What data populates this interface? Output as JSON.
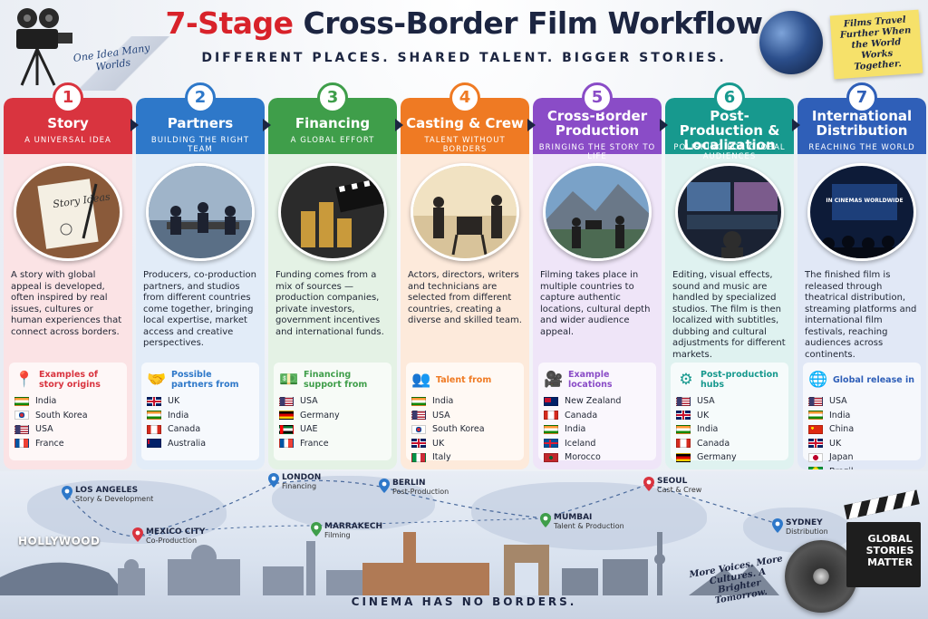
{
  "header": {
    "title_accent": "7-Stage",
    "title_rest": " Cross-Border Film Workflow",
    "subtitle": "DIFFERENT PLACES. SHARED TALENT. BIGGER STORIES.",
    "tagline": "One Idea Many Worlds",
    "sticky_note": "Films Travel Further When the World Works Together."
  },
  "stages": [
    {
      "number": "1",
      "title": "Story",
      "subtitle": "A UNIVERSAL IDEA",
      "color": "#d9343f",
      "light": "#fbe3e5",
      "photo_label": "Story Ideas",
      "description": "A story with global appeal is developed, often inspired by real issues, cultures or human experiences that connect across borders.",
      "panel_icon": "pin-icon",
      "panel_title": "Examples of story origins",
      "items": [
        {
          "name": "India",
          "flag": "in"
        },
        {
          "name": "South Korea",
          "flag": "kr"
        },
        {
          "name": "USA",
          "flag": "us"
        },
        {
          "name": "France",
          "flag": "fr"
        }
      ]
    },
    {
      "number": "2",
      "title": "Partners",
      "subtitle": "BUILDING THE RIGHT TEAM",
      "color": "#2e78c9",
      "light": "#e2ecf8",
      "photo_label": "",
      "description": "Producers, co-production partners, and studios from different countries come together, bringing local expertise, market access and creative perspectives.",
      "panel_icon": "handshake-icon",
      "panel_title": "Possible partners from",
      "items": [
        {
          "name": "UK",
          "flag": "uk"
        },
        {
          "name": "India",
          "flag": "in"
        },
        {
          "name": "Canada",
          "flag": "ca"
        },
        {
          "name": "Australia",
          "flag": "au"
        }
      ]
    },
    {
      "number": "3",
      "title": "Financing",
      "subtitle": "A GLOBAL EFFORT",
      "color": "#3f9e4a",
      "light": "#e4f2e5",
      "photo_label": "",
      "description": "Funding comes from a mix of sources — production companies, private investors, government incentives and international funds.",
      "panel_icon": "money-icon",
      "panel_title": "Financing support from",
      "items": [
        {
          "name": "USA",
          "flag": "us"
        },
        {
          "name": "Germany",
          "flag": "de"
        },
        {
          "name": "UAE",
          "flag": "ae"
        },
        {
          "name": "France",
          "flag": "fr"
        }
      ]
    },
    {
      "number": "4",
      "title": "Casting & Crew",
      "subtitle": "TALENT WITHOUT BORDERS",
      "color": "#ef7a23",
      "light": "#fdeadb",
      "photo_label": "",
      "description": "Actors, directors, writers and technicians are selected from different countries, creating a diverse and skilled team.",
      "panel_icon": "people-icon",
      "panel_title": "Talent from",
      "items": [
        {
          "name": "India",
          "flag": "in"
        },
        {
          "name": "USA",
          "flag": "us"
        },
        {
          "name": "South Korea",
          "flag": "kr"
        },
        {
          "name": "UK",
          "flag": "uk"
        },
        {
          "name": "Italy",
          "flag": "it"
        }
      ]
    },
    {
      "number": "5",
      "title": "Cross-Border Production",
      "subtitle": "BRINGING THE STORY TO LIFE",
      "color": "#8a4cc7",
      "light": "#efe5f8",
      "photo_label": "",
      "description": "Filming takes place in multiple countries to capture authentic locations, cultural depth and wider audience appeal.",
      "panel_icon": "camera-icon",
      "panel_title": "Example locations",
      "items": [
        {
          "name": "New Zealand",
          "flag": "nz"
        },
        {
          "name": "Canada",
          "flag": "ca"
        },
        {
          "name": "India",
          "flag": "in"
        },
        {
          "name": "Iceland",
          "flag": "is"
        },
        {
          "name": "Morocco",
          "flag": "ma"
        }
      ]
    },
    {
      "number": "6",
      "title": "Post-Production & Localization",
      "subtitle": "POLISHING FOR GLOBAL AUDIENCES",
      "color": "#17998e",
      "light": "#dff2f0",
      "photo_label": "",
      "description": "Editing, visual effects, sound and music are handled by specialized studios. The film is then localized with subtitles, dubbing and cultural adjustments for different markets.",
      "panel_icon": "gear-icon",
      "panel_title": "Post-production hubs",
      "items": [
        {
          "name": "USA",
          "flag": "us"
        },
        {
          "name": "UK",
          "flag": "uk"
        },
        {
          "name": "India",
          "flag": "in"
        },
        {
          "name": "Canada",
          "flag": "ca"
        },
        {
          "name": "Germany",
          "flag": "de"
        }
      ]
    },
    {
      "number": "7",
      "title": "International Distribution",
      "subtitle": "REACHING THE WORLD",
      "color": "#2f5fb8",
      "light": "#e1e8f6",
      "photo_label": "IN CINEMAS WORLDWIDE",
      "description": "The finished film is released through theatrical distribution, streaming platforms and international film festivals, reaching audiences across continents.",
      "panel_icon": "globe-icon",
      "panel_title": "Global release in",
      "items": [
        {
          "name": "USA",
          "flag": "us"
        },
        {
          "name": "India",
          "flag": "in"
        },
        {
          "name": "China",
          "flag": "cn"
        },
        {
          "name": "UK",
          "flag": "uk"
        },
        {
          "name": "Japan",
          "flag": "jp"
        },
        {
          "name": "Brazil",
          "flag": "br"
        }
      ]
    }
  ],
  "map": {
    "cities": [
      {
        "name": "LOS ANGELES",
        "role": "Story & Development",
        "color": "#2e78c9"
      },
      {
        "name": "MEXICO CITY",
        "role": "Co-Production",
        "color": "#d9343f"
      },
      {
        "name": "LONDON",
        "role": "Financing",
        "color": "#2e78c9"
      },
      {
        "name": "MARRAKECH",
        "role": "Filming",
        "color": "#3f9e4a"
      },
      {
        "name": "BERLIN",
        "role": "Post-Production",
        "color": "#2e78c9"
      },
      {
        "name": "MUMBAI",
        "role": "Talent & Production",
        "color": "#3f9e4a"
      },
      {
        "name": "SEOUL",
        "role": "Cast & Crew",
        "color": "#d9343f"
      },
      {
        "name": "SYDNEY",
        "role": "Distribution",
        "color": "#2e78c9"
      }
    ],
    "hollywood_sign": "HOLLYWOOD",
    "clapper_text": "GLOBAL STORIES MATTER",
    "handwritten_note": "More Voices. More Cultures. A Brighter Tomorrow.",
    "footer": "CINEMA HAS NO BORDERS."
  }
}
